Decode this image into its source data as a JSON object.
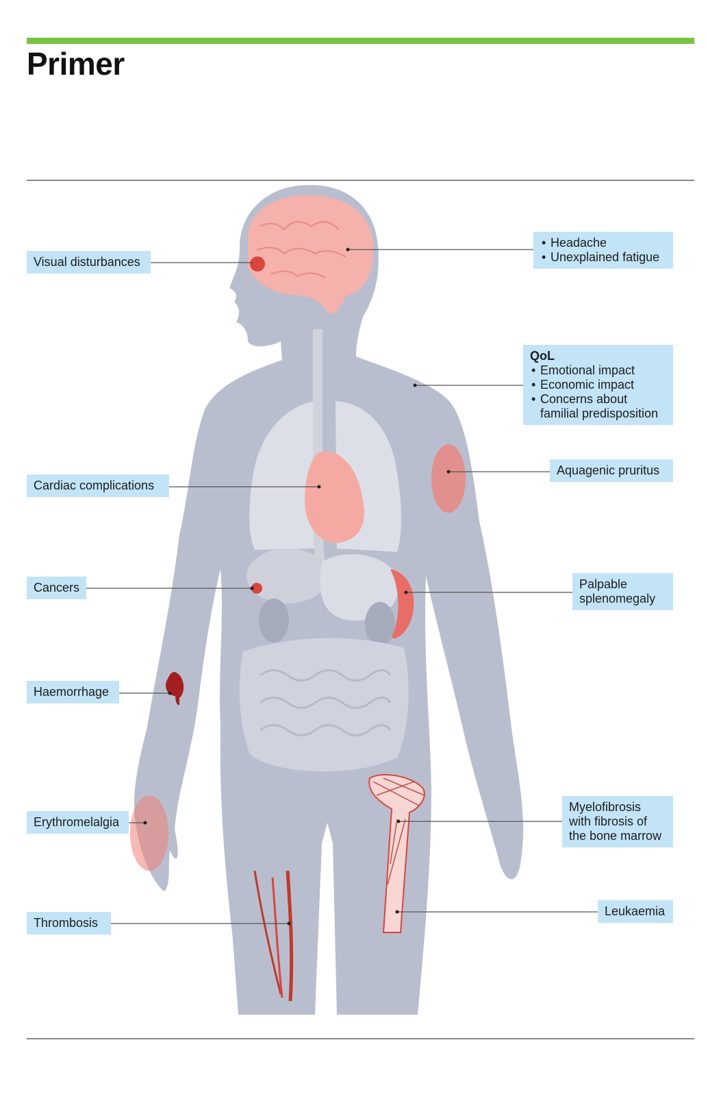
{
  "header": {
    "title": "Primer"
  },
  "labels": {
    "visual": "Visual disturbances",
    "headache": [
      "Headache",
      "Unexplained fatigue"
    ],
    "qol_title": "QoL",
    "qol_items": [
      "Emotional impact",
      "Economic impact",
      "Concerns about familial predisposition"
    ],
    "cardiac": "Cardiac complications",
    "aquagenic": "Aquagenic pruritus",
    "cancers": "Cancers",
    "spleno": [
      "Palpable",
      "splenomegaly"
    ],
    "haemorrhage": "Haemorrhage",
    "erythro": "Erythromelalgia",
    "myelo": [
      "Myelofibrosis",
      "with fibrosis of",
      "the bone marrow"
    ],
    "thrombosis": "Thrombosis",
    "leukaemia": "Leukaemia"
  },
  "colors": {
    "accent": "#7cc242",
    "label_bg": "#c2e4f6",
    "body": "#b9bece",
    "organ": "#f5a9a3",
    "lesion": "#d9453f"
  }
}
